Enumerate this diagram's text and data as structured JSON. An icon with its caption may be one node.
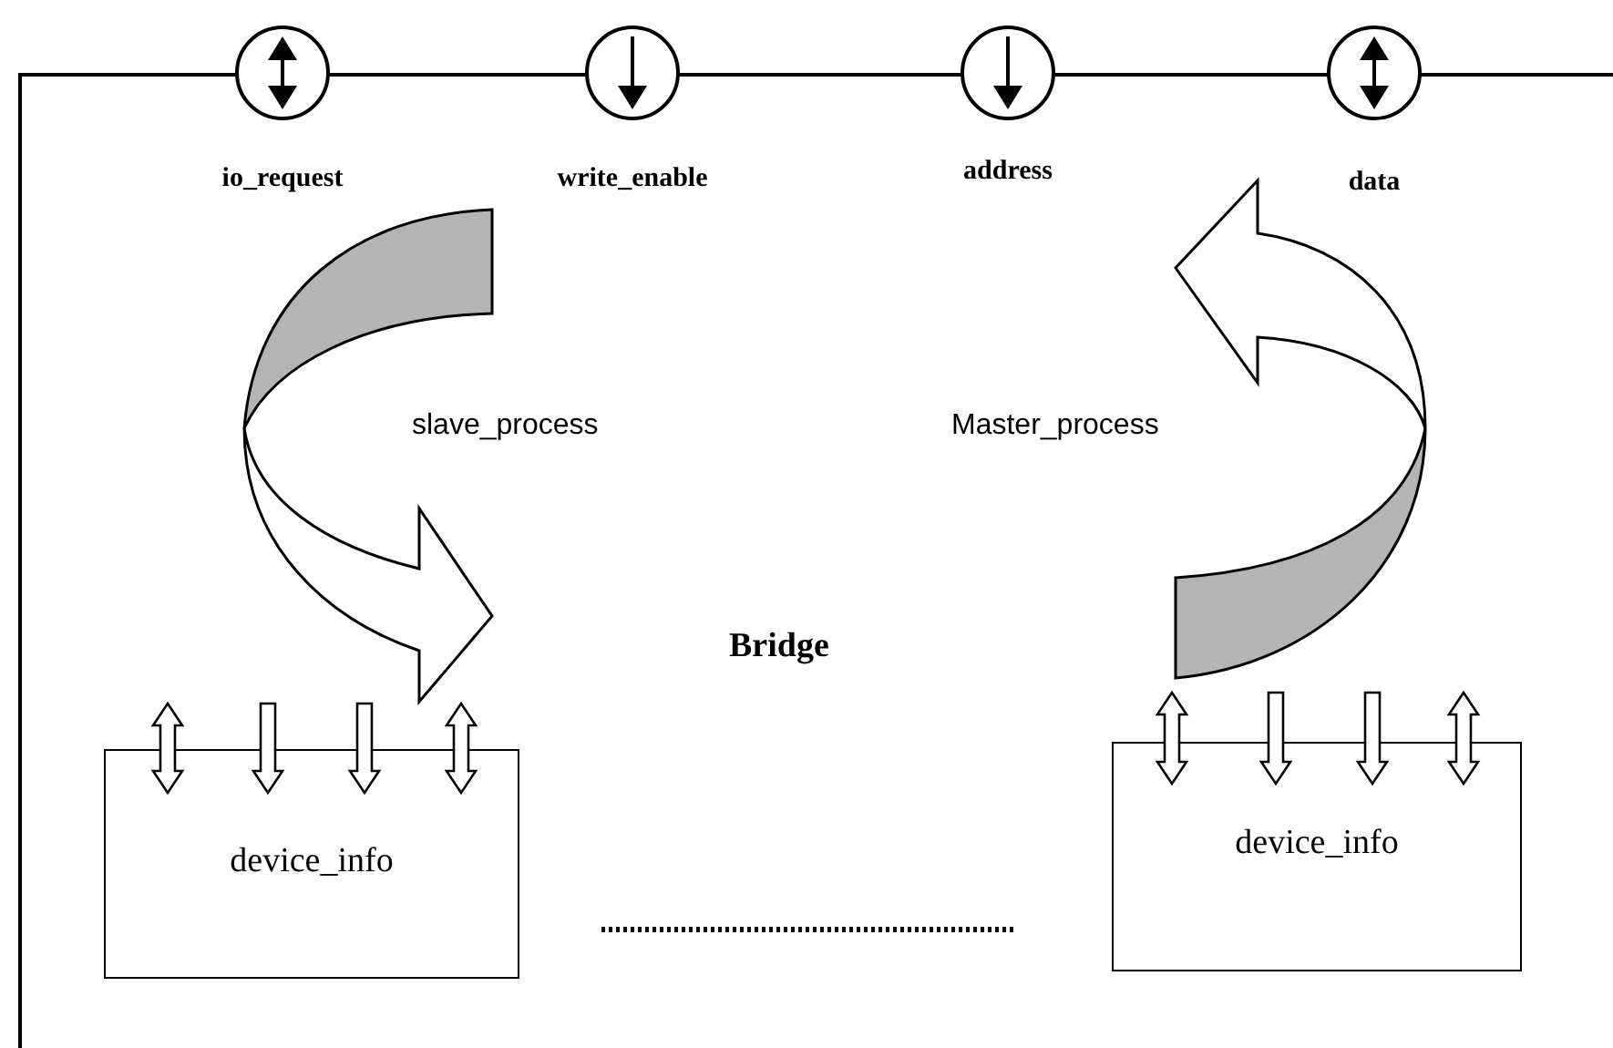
{
  "diagram": {
    "nodes": [
      {
        "text": [],
        "shape": "circle",
        "beside": [
          "io_request"
        ]
      },
      {
        "text": [],
        "shape": "circle",
        "beside": [
          "write_enable"
        ]
      },
      {
        "text": [],
        "shape": "circle",
        "beside": [
          "address"
        ]
      },
      {
        "text": [],
        "shape": "circle",
        "beside": [
          "data"
        ]
      },
      {
        "text": [
          "Bridge"
        ]
      },
      {
        "text": [
          "device_info"
        ],
        "in": 4
      },
      {
        "text": [
          "device_info"
        ],
        "in": 4
      }
    ],
    "labels": [
      "slave_process",
      "Master_process"
    ]
  }
}
